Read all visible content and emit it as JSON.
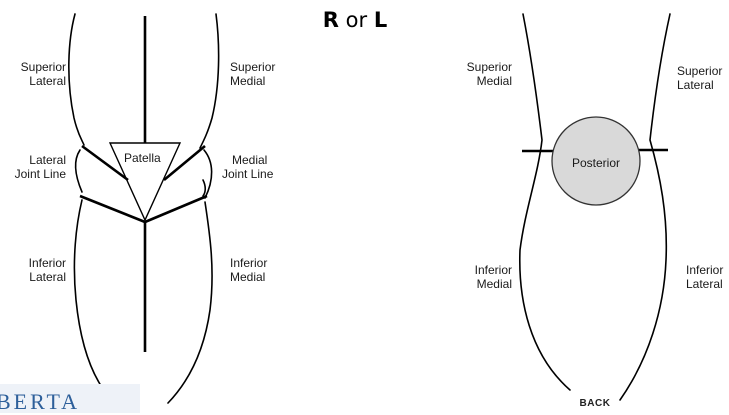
{
  "title": {
    "letter_r": "R",
    "middle": " or ",
    "letter_l": "L"
  },
  "front": {
    "superior_lateral": [
      "Superior",
      "Lateral"
    ],
    "superior_medial": [
      "Superior",
      "Medial"
    ],
    "lateral_joint_line": [
      "Lateral",
      "Joint Line"
    ],
    "medial_joint_line": [
      "Medial",
      "Joint Line"
    ],
    "inferior_lateral": [
      "Inferior",
      "Lateral"
    ],
    "inferior_medial": [
      "Inferior",
      "Medial"
    ],
    "patella": "Patella"
  },
  "back": {
    "superior_medial": [
      "Superior",
      "Medial"
    ],
    "superior_lateral": [
      "Superior",
      "Lateral"
    ],
    "posterior": "Posterior",
    "inferior_medial": [
      "Inferior",
      "Medial"
    ],
    "inferior_lateral": [
      "Inferior",
      "Lateral"
    ],
    "caption": "BACK"
  },
  "brand_text": "BERTA",
  "colors": {
    "posterior_fill": "#d9d9d9",
    "brand": "#2d5f9a",
    "line": "#000000"
  }
}
